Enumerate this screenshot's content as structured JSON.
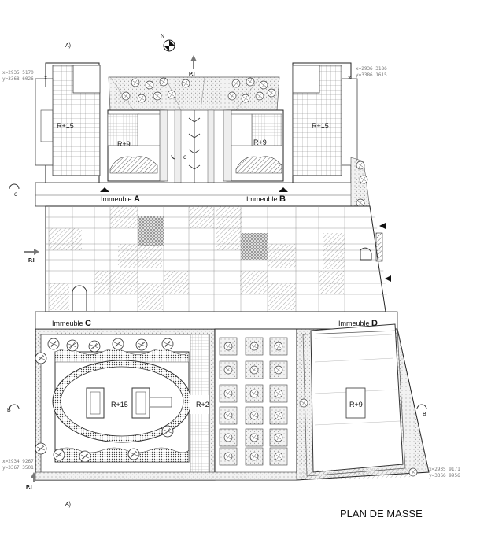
{
  "title": "PLAN DE MASSE",
  "north": "N",
  "section_marks": {
    "a_top": "A)",
    "a_bottom": "A)",
    "b_left": "B",
    "b_right": "B",
    "c_left": "C",
    "c_center": "C",
    "pi_top": "P.I",
    "pi_left": "P.I",
    "pi_bottom": "P.I"
  },
  "buildings": {
    "immeuble_a": {
      "prefix": "Immeuble ",
      "letter": "A"
    },
    "immeuble_b": {
      "prefix": "Immeuble ",
      "letter": "B"
    },
    "immeuble_c": {
      "prefix": "Immeuble ",
      "letter": "C"
    },
    "immeuble_d": {
      "prefix": "Immeuble ",
      "letter": "D"
    }
  },
  "heights": {
    "tower_a": "R+15",
    "tower_b": "R+15",
    "block_a": "R+9",
    "block_b": "R+9",
    "oval": "R+15",
    "middle": "R+2",
    "block_d": "R+9"
  },
  "coordinates": {
    "top_left": [
      "x=2935  5170",
      "y=3368  6026"
    ],
    "top_right": [
      "x=2936  3186",
      "y=3386  1615"
    ],
    "bottom_left": [
      "x=2934  9267",
      "y=3367  3501"
    ],
    "bottom_right": [
      "x=2935  9171",
      "y=3366  9956"
    ]
  }
}
